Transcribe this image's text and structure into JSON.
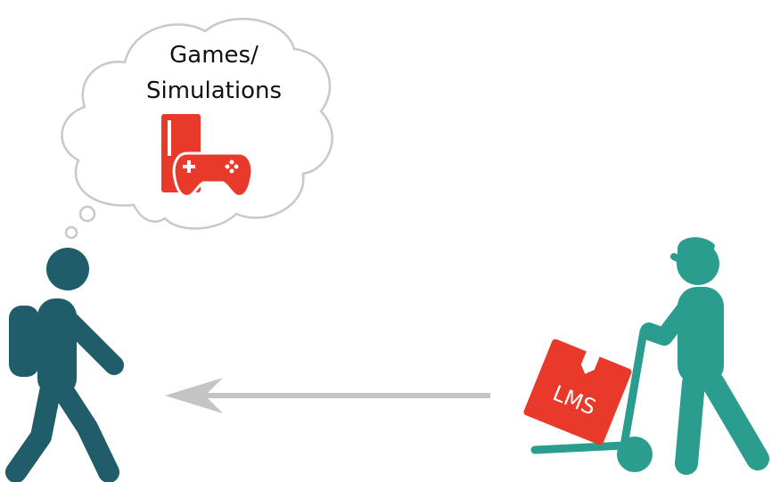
{
  "thought_bubble": {
    "line1": "Games/",
    "line2": "Simulations",
    "icon": "game-console-controller-icon"
  },
  "box_label": "LMS",
  "colors": {
    "learner": "#1f5d6b",
    "delivery_person": "#2a9d8f",
    "accent_red": "#e8392a",
    "arrow": "#c4c4c4",
    "bubble_outline": "#c8c8c8"
  }
}
